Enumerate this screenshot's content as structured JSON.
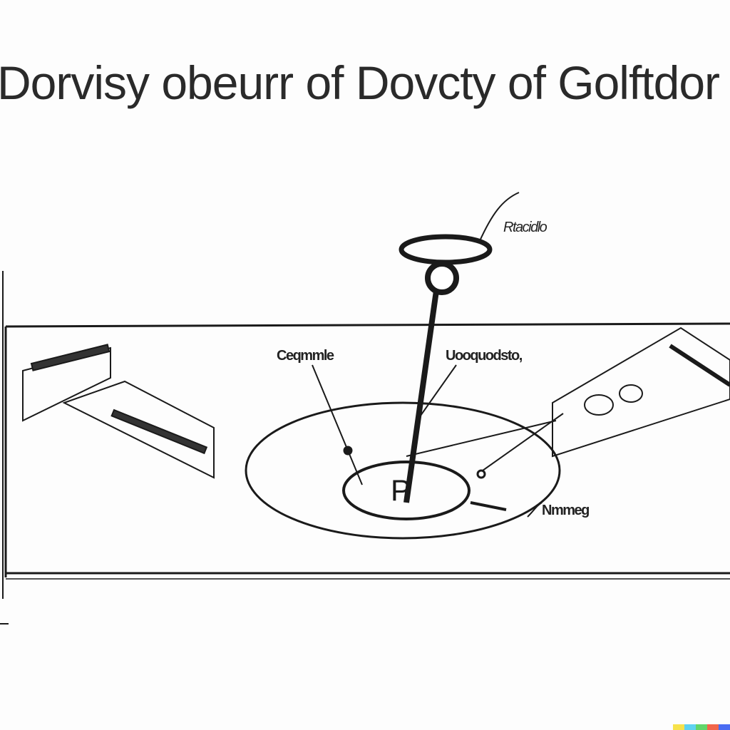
{
  "title": "Dorvisy obeurr of Dovcty of Golftdor",
  "labels": {
    "top_right": "Rtacidlo",
    "center_left": "Ceqmmle",
    "center_right": "Uooquodsto,",
    "bottom_right": "Nmmeg",
    "center_mark": "P"
  },
  "colors": {
    "ink": "#1a1a1a",
    "background": "#fdfdfd"
  },
  "watermark_colors": [
    "#f7e24b",
    "#5fd2f0",
    "#62d66a",
    "#f2664a",
    "#4a6cf2"
  ]
}
